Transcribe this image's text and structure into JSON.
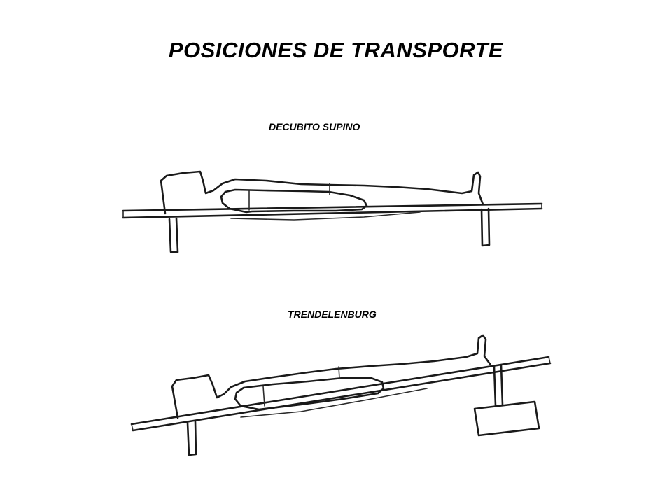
{
  "slide": {
    "title": "POSICIONES DE TRANSPORTE"
  },
  "figures": [
    {
      "caption": "DECUBITO SUPINO"
    },
    {
      "caption": "TRENDELENBURG"
    }
  ]
}
